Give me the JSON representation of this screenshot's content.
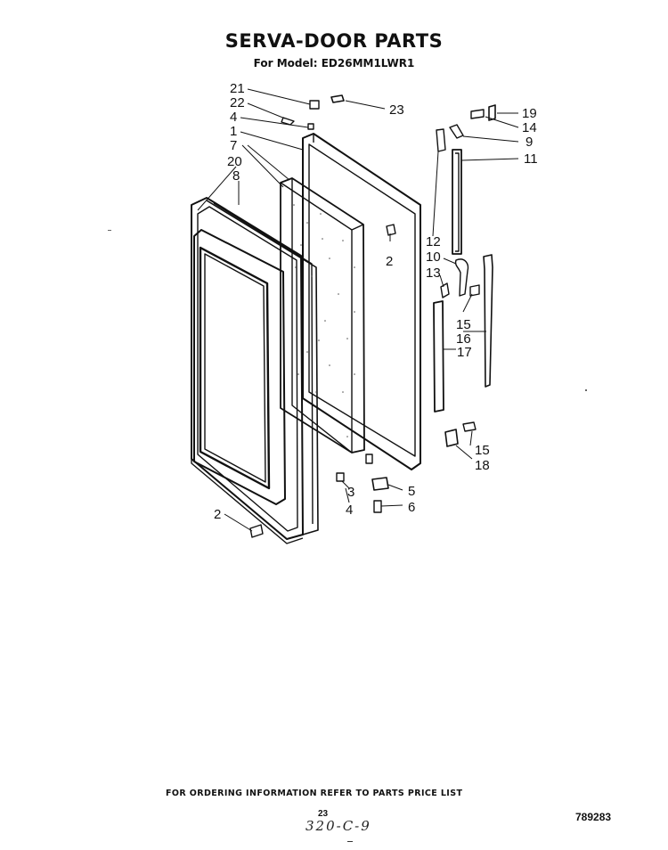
{
  "title": "SERVA-DOOR PARTS",
  "subtitle": "For Model: ED26MM1LWR1",
  "callouts": {
    "c21": "21",
    "c22": "22",
    "c4a": "4",
    "c1": "1",
    "c7": "7",
    "c20": "20",
    "c8": "8",
    "c23": "23",
    "c2a": "2",
    "c2b": "2",
    "c3": "3",
    "c4b": "4",
    "c5": "5",
    "c6": "6",
    "c19": "19",
    "c14": "14",
    "c9": "9",
    "c11": "11",
    "c12": "12",
    "c10": "10",
    "c13": "13",
    "c15a": "15",
    "c16": "16",
    "c17": "17",
    "c15b": "15",
    "c18": "18"
  },
  "footer": {
    "ordering_note": "FOR ORDERING INFORMATION REFER TO PARTS PRICE LIST",
    "page_number": "23",
    "handwritten_note": "320-C-9",
    "code": "789283"
  }
}
